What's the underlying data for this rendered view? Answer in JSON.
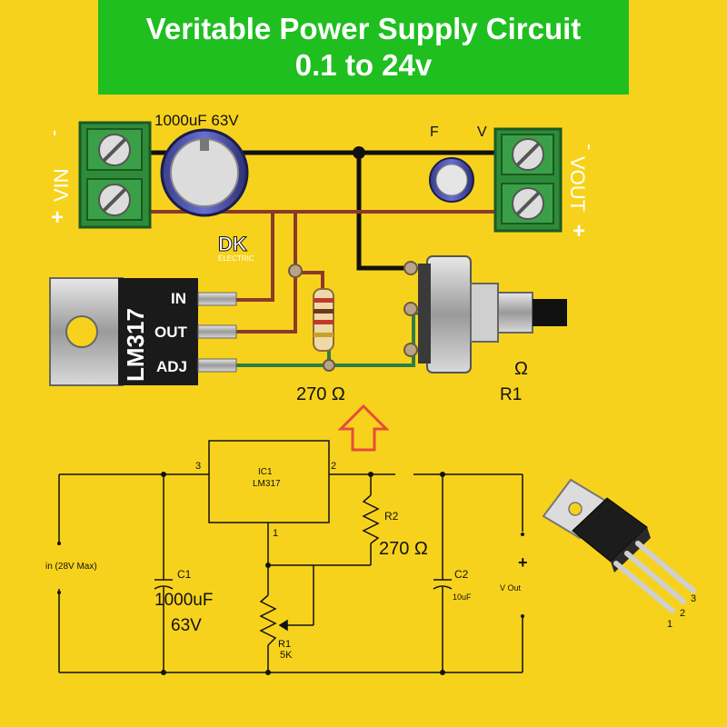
{
  "title": {
    "line1": "Veritable Power Supply Circuit",
    "line2": "0.1 to 24v"
  },
  "wiring": {
    "cap_big_label": "1000uF 63V",
    "vin_label": "VIN",
    "vin_minus": "-",
    "vin_plus": "+",
    "vout_label": "VOUT",
    "vout_minus": "-",
    "vout_plus": "+",
    "f_label": "F",
    "v_label": "V",
    "ic_name": "LM317",
    "pin_in": "IN",
    "pin_out": "OUT",
    "pin_adj": "ADJ",
    "resistor_label": "270 Ω",
    "pot_omega": "Ω",
    "pot_label": "R1",
    "logo_text": "DK",
    "logo_sub": "ELECTRIC"
  },
  "schematic": {
    "ic_ref": "IC1",
    "ic_name": "LM317",
    "pin3": "3",
    "pin2": "2",
    "pin1": "1",
    "input_label": "in (28V Max)",
    "c1_ref": "C1",
    "c1_value": "1000uF",
    "c1_voltage": "63V",
    "r2_ref": "R2",
    "r2_value": "270 Ω",
    "r1_ref": "R1",
    "r1_value": "5K",
    "c2_ref": "C2",
    "c2_value": "10uF",
    "v_out": "V  Out",
    "plus": "+"
  },
  "package": {
    "pin1": "1",
    "pin2": "2",
    "pin3": "3"
  },
  "colors": {
    "background": "#f7d21c",
    "banner": "#1fbf1f",
    "terminal": "#2e8b3a",
    "wire_black": "#111111",
    "wire_brown": "#8b3a2a",
    "wire_green": "#2d7d46"
  }
}
